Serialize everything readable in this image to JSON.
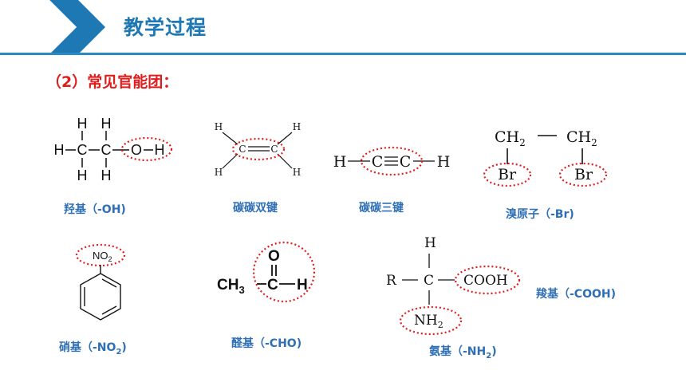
{
  "header": {
    "title": "教学过程",
    "accent_color": "#1e78b4"
  },
  "section": {
    "heading": "（2）常见官能团："
  },
  "groups": [
    {
      "label": "羟基（-OH)"
    },
    {
      "label": "碳碳双键"
    },
    {
      "label": "碳碳三键"
    },
    {
      "label": "溴原子（-Br)"
    },
    {
      "label_prefix": "硝基（-NO",
      "label_sub": "2",
      "label_suffix": ")"
    },
    {
      "label": "醛基（-CHO)"
    },
    {
      "label_prefix": "氨基（-NH",
      "label_sub": "2",
      "label_suffix": ")"
    },
    {
      "label": "羧基（-COOH)"
    }
  ],
  "structures": {
    "hydroxyl": {
      "h": "H",
      "c": "C",
      "o": "O"
    },
    "double_bond": {
      "h": "H",
      "c": "C"
    },
    "triple_bond": {
      "h": "H",
      "c": "C"
    },
    "bromo": {
      "ch2": "CH",
      "sub2": "2",
      "br": "Br"
    },
    "nitro": {
      "no": "NO",
      "sub2": "2"
    },
    "aldehyde": {
      "ch": "CH",
      "sub3": "3",
      "c": "C",
      "o": "O",
      "h": "H"
    },
    "amino_acid": {
      "h": "H",
      "r": "R",
      "c": "C",
      "cooh": "COOH",
      "nh": "NH",
      "sub2": "2"
    }
  },
  "colors": {
    "highlight_circle": "#e01d1d",
    "label_blue": "#2f6fb6",
    "heading_red": "#e01d1d"
  }
}
